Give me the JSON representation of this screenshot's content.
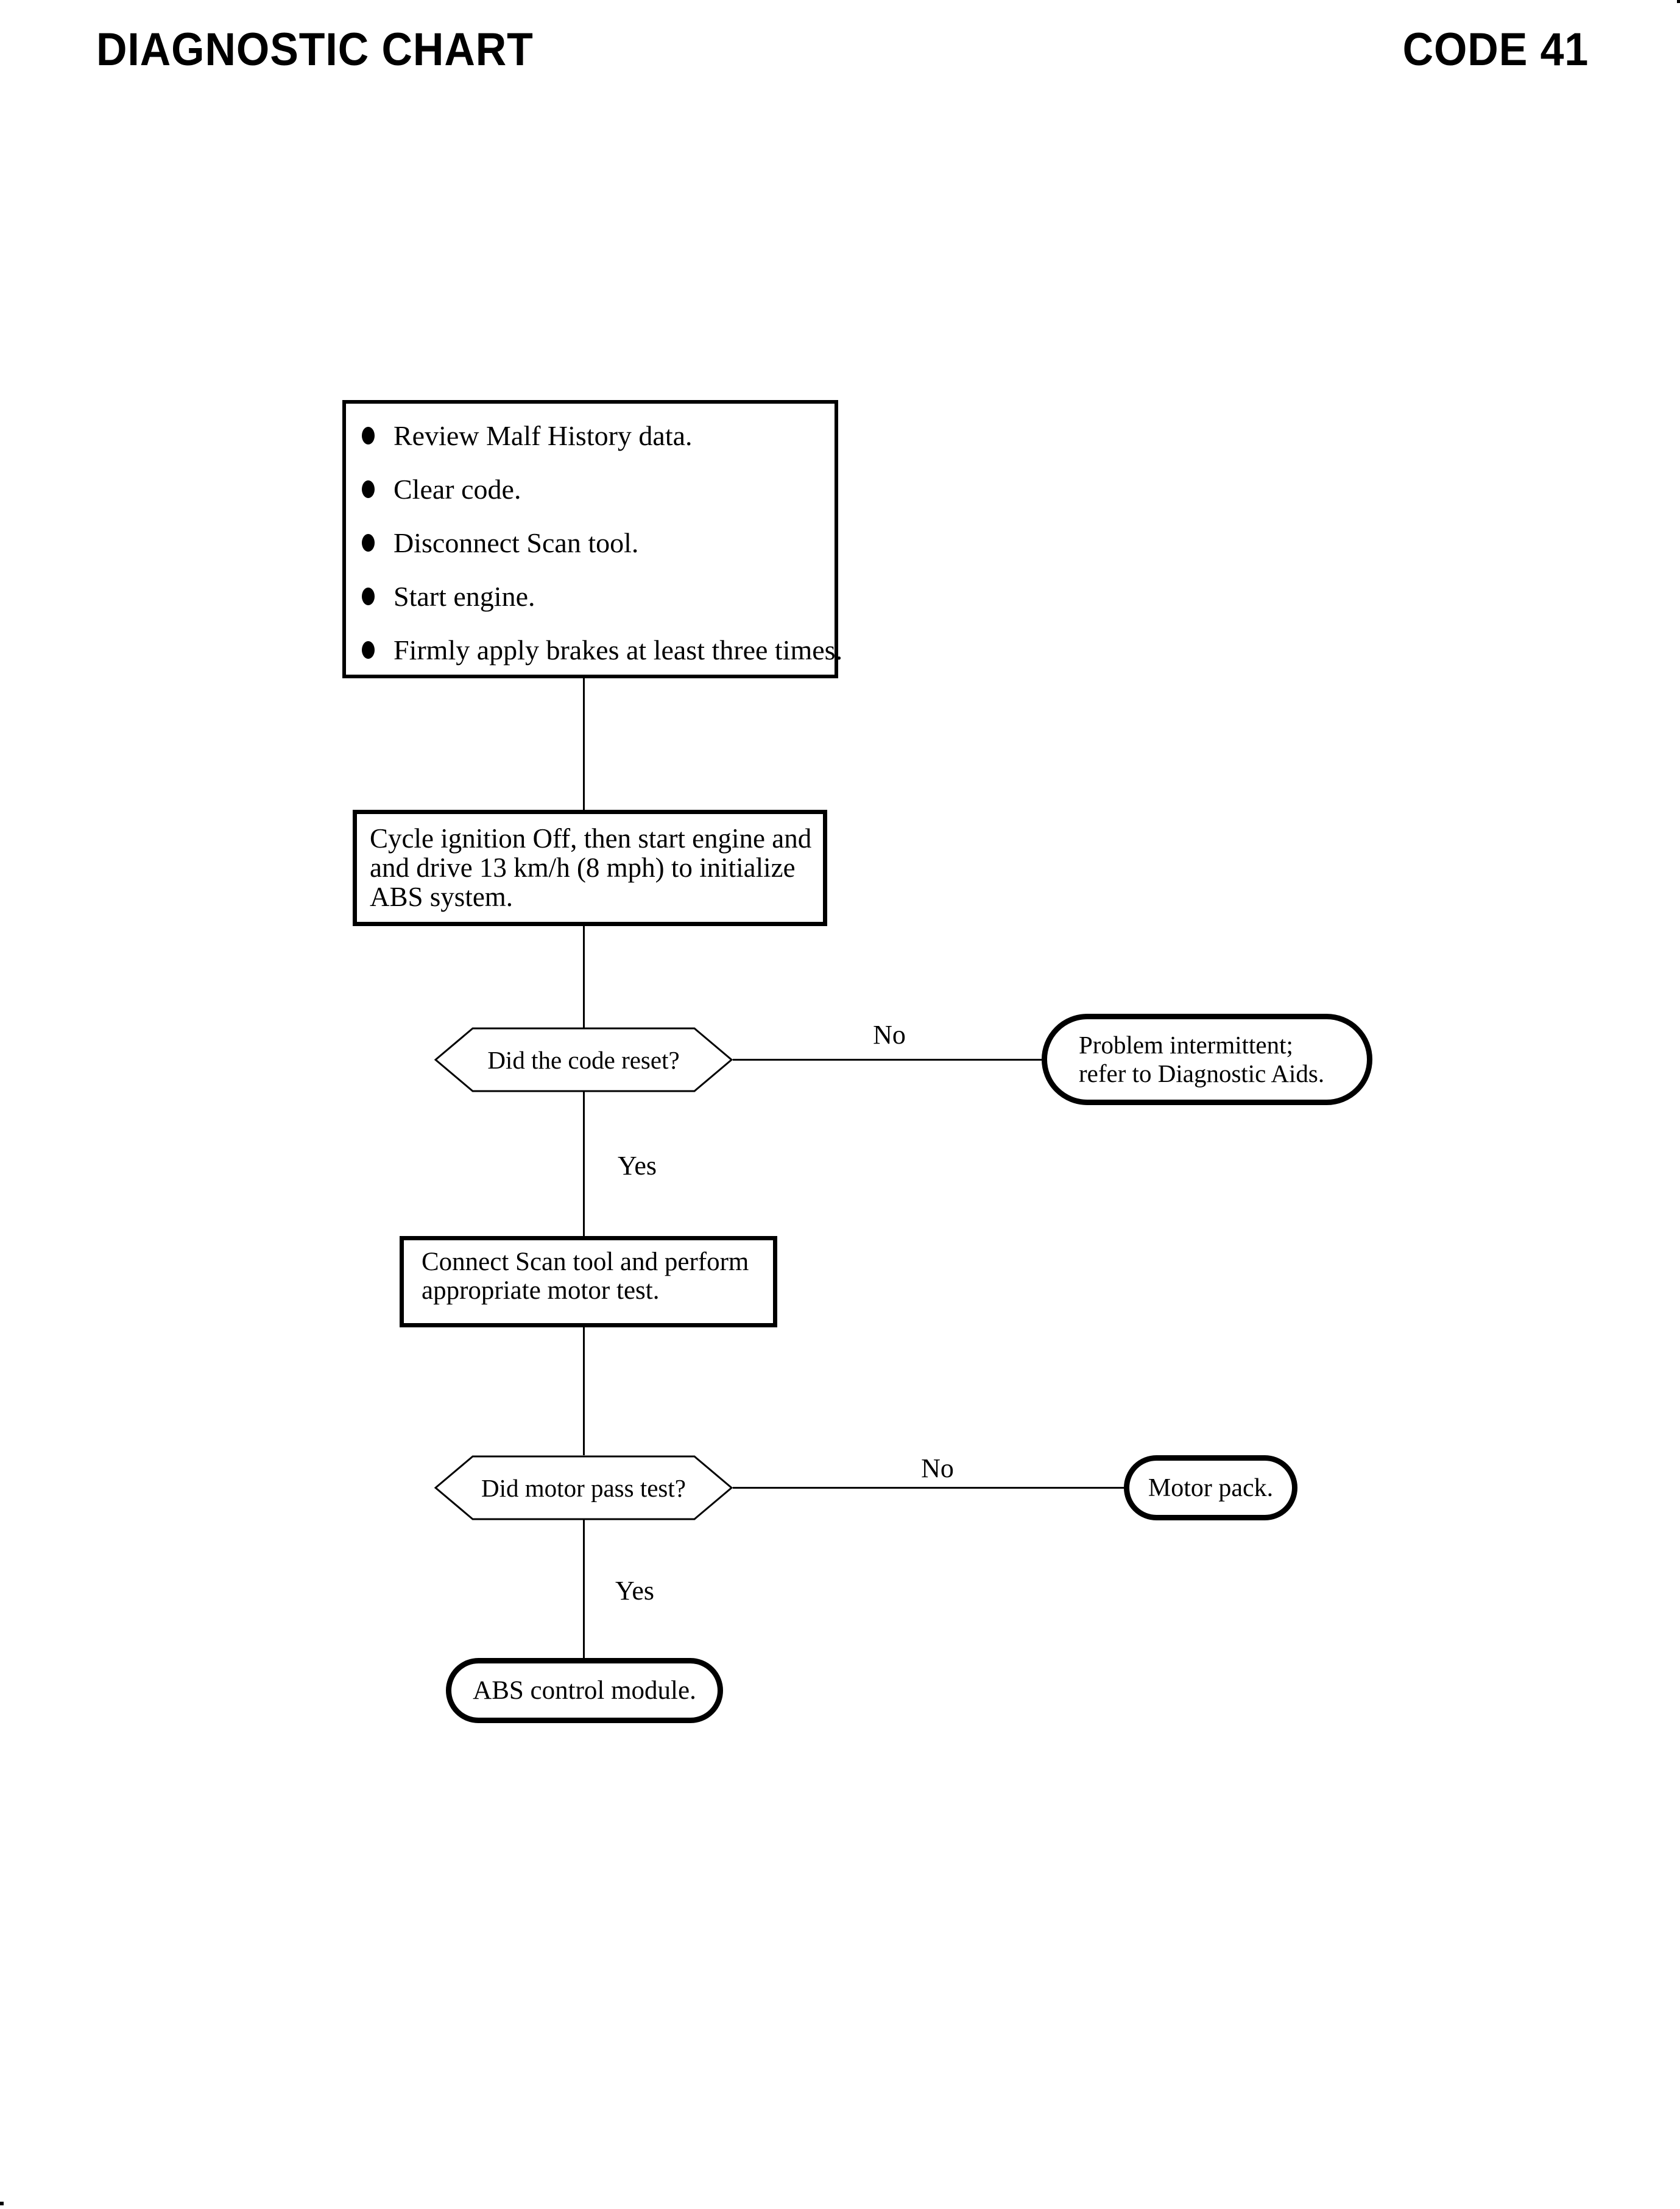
{
  "header": {
    "title": "DIAGNOSTIC CHART",
    "code": "CODE 41"
  },
  "flow": {
    "step1": {
      "items": [
        "Review Malf History data.",
        "Clear code.",
        "Disconnect Scan tool.",
        "Start engine.",
        "Firmly apply brakes at least three times."
      ]
    },
    "step2": {
      "lines": [
        "Cycle ignition Off, then start engine and",
        "and drive 13 km/h (8 mph) to initialize",
        "ABS system."
      ]
    },
    "decision1": {
      "question": "Did the code reset?",
      "no_label": "No",
      "yes_label": "Yes"
    },
    "terminal1": {
      "lines": [
        "Problem intermittent;",
        "refer to Diagnostic Aids."
      ]
    },
    "step3": {
      "lines": [
        "Connect Scan tool and perform",
        "appropriate motor test."
      ]
    },
    "decision2": {
      "question": "Did motor pass test?",
      "no_label": "No",
      "yes_label": "Yes"
    },
    "terminal2": {
      "label": "Motor pack."
    },
    "terminal3": {
      "label": "ABS control module."
    }
  },
  "colors": {
    "ink": "#000000",
    "paper": "#ffffff"
  }
}
